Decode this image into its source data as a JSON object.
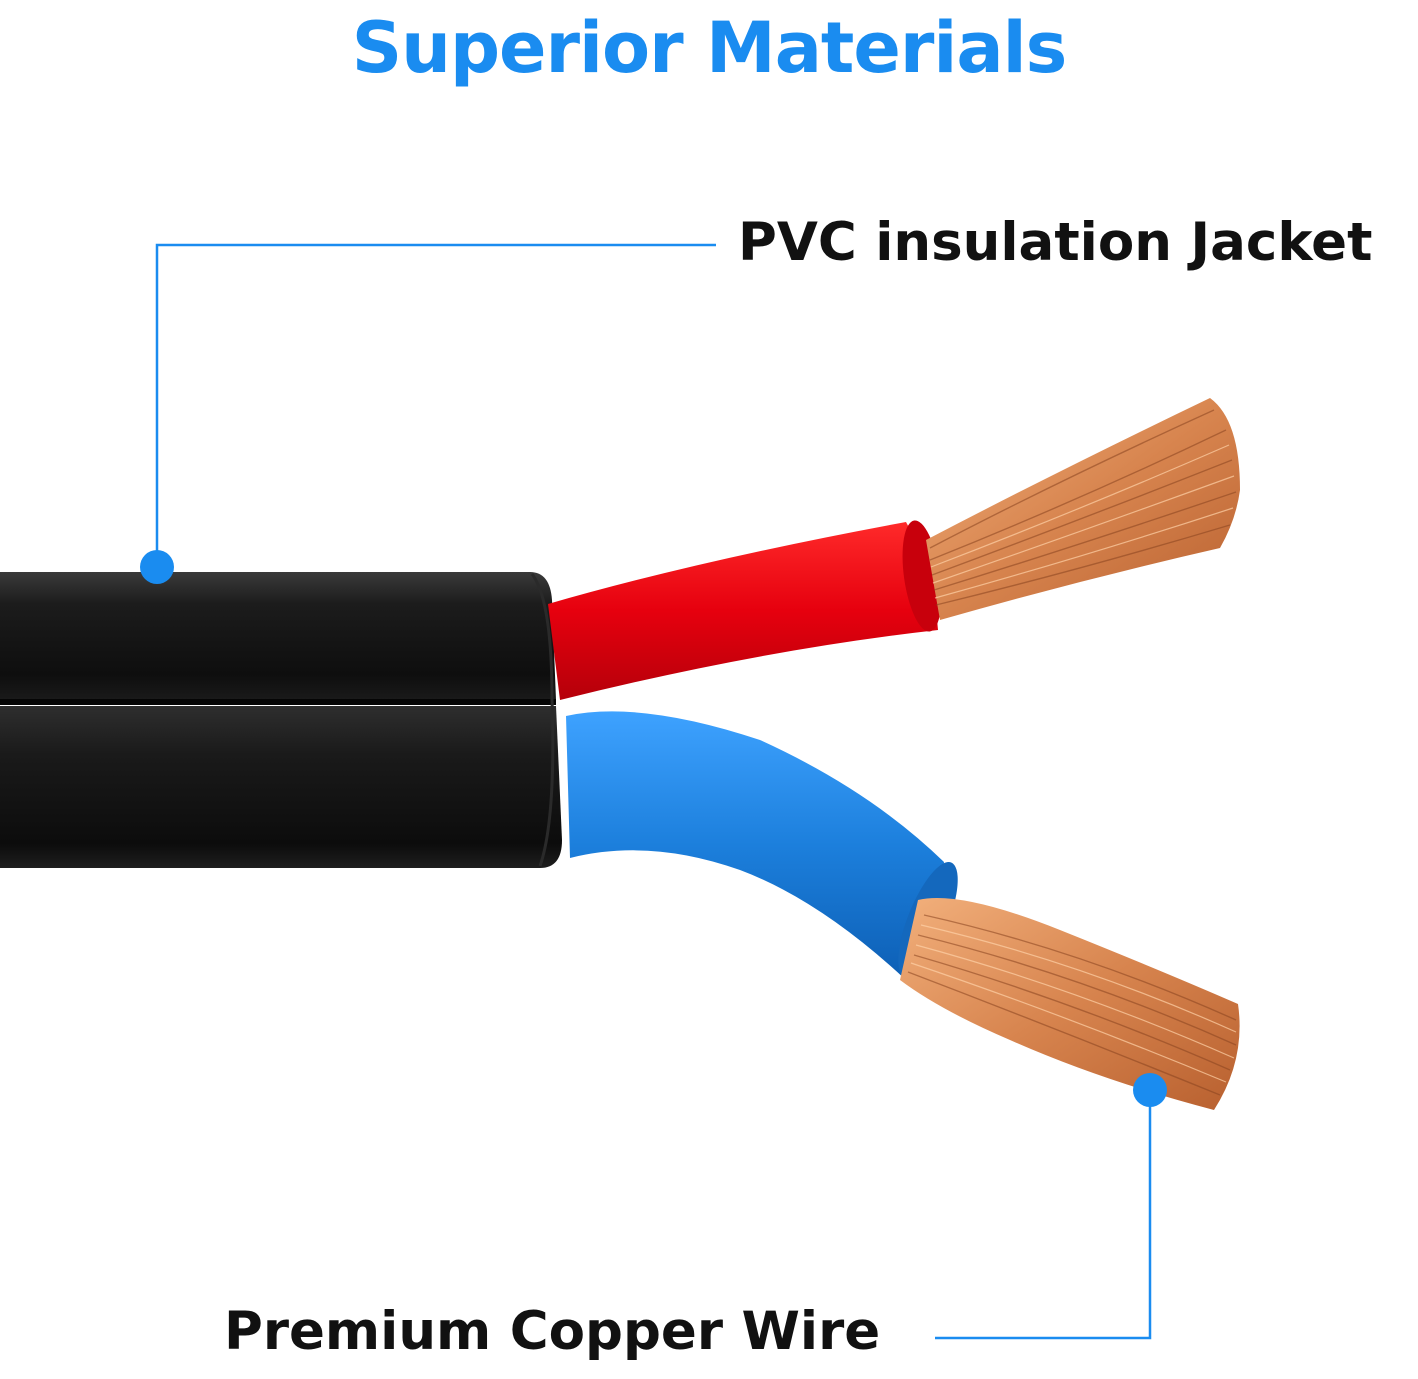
{
  "title": "Superior Materials",
  "callouts": {
    "jacket": "PVC insulation Jacket",
    "copper": "Premium Copper Wire"
  },
  "colors": {
    "accent": "#1a8cf0",
    "jacket": "#1a1a1a",
    "red_insulation": "#e3000f",
    "blue_insulation": "#1f7fdc",
    "copper": "#d98a55"
  }
}
